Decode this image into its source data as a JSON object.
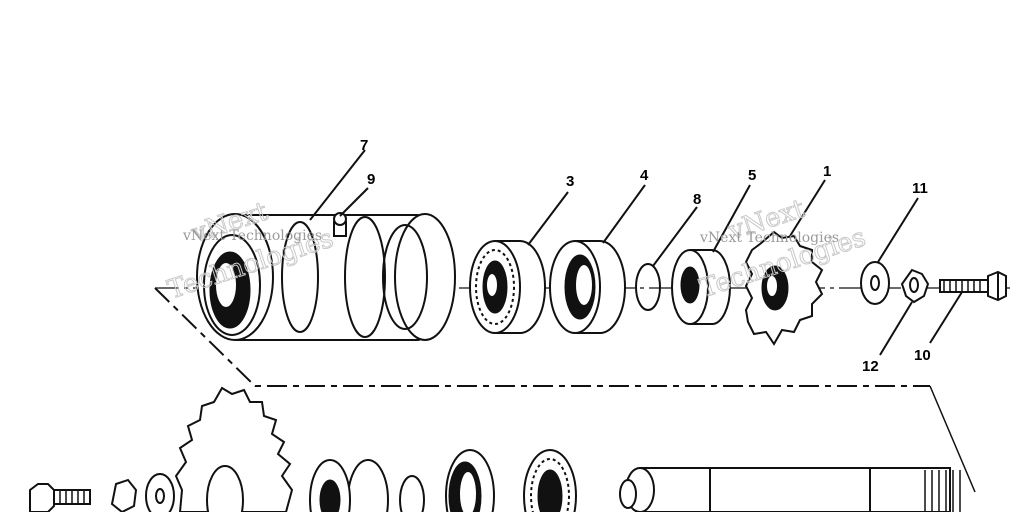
{
  "diagram": {
    "callouts": [
      "7",
      "9",
      "3",
      "4",
      "8",
      "5",
      "1",
      "11",
      "12",
      "10"
    ],
    "watermark": {
      "line1": "vNext",
      "line2": "Technologies",
      "small": "vNext Technologies"
    }
  }
}
